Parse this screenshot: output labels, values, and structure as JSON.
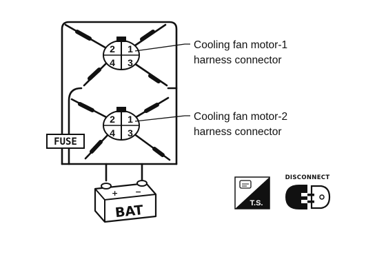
{
  "connectors": [
    {
      "label_line1": "Cooling fan motor-1",
      "label_line2": "harness connector",
      "pins": [
        "2",
        "1",
        "4",
        "3"
      ]
    },
    {
      "label_line1": "Cooling fan motor-2",
      "label_line2": "harness connector",
      "pins": [
        "2",
        "1",
        "4",
        "3"
      ]
    }
  ],
  "fuse_label": "FUSE",
  "battery": {
    "label": "BAT",
    "positive": "+",
    "negative": "−"
  },
  "badges": {
    "ts_label": "T.S.",
    "disconnect_label": "DISCONNECT"
  },
  "colors": {
    "ink": "#111111",
    "paper": "#ffffff"
  }
}
